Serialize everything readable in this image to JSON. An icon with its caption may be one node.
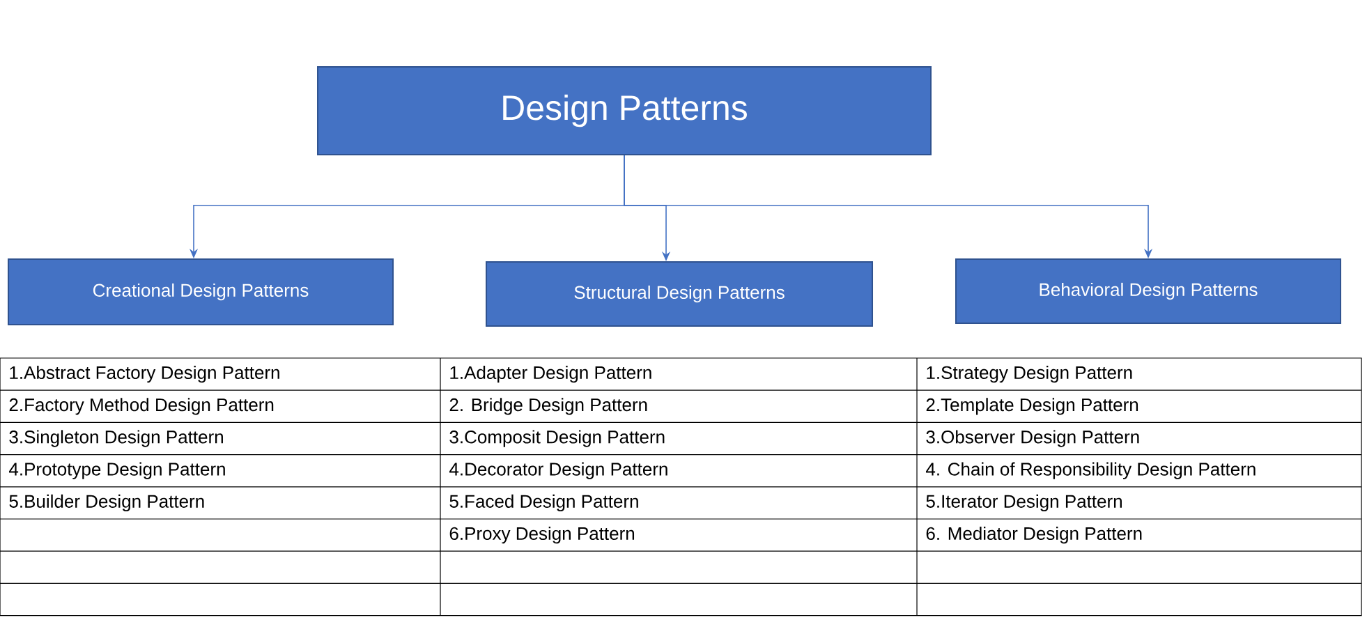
{
  "diagram": {
    "nodes": [
      {
        "text": [
          "Design Patterns"
        ]
      },
      {
        "text": [
          "Creational Design Patterns"
        ]
      },
      {
        "text": [
          "Structural Design Patterns"
        ]
      },
      {
        "text": [
          "Behavioral Design Patterns"
        ]
      }
    ],
    "edges": [
      {
        "from": 0,
        "to": 1,
        "arrow": "to"
      },
      {
        "from": 0,
        "to": 2,
        "arrow": "to"
      },
      {
        "from": 0,
        "to": 3,
        "arrow": "to"
      }
    ],
    "labels": [
      "1.Abstract Factory Design Pattern",
      "1.Adapter Design Pattern",
      "1.Strategy Design Pattern",
      "2.Factory Method Design Pattern",
      "2. Bridge Design Pattern",
      "2.Template Design Pattern",
      "3.Singleton Design Pattern",
      "3.Composit Design Pattern",
      "3.Observer Design Pattern",
      "4.Prototype Design Pattern",
      "4.Decorator Design Pattern",
      "4. Chain of Responsibility Design Pattern",
      "5.Builder Design Pattern",
      "5.Faced Design Pattern",
      "5.Iterator Design Pattern",
      "6.Proxy Design Pattern",
      "6. Mediator Design Pattern"
    ]
  }
}
